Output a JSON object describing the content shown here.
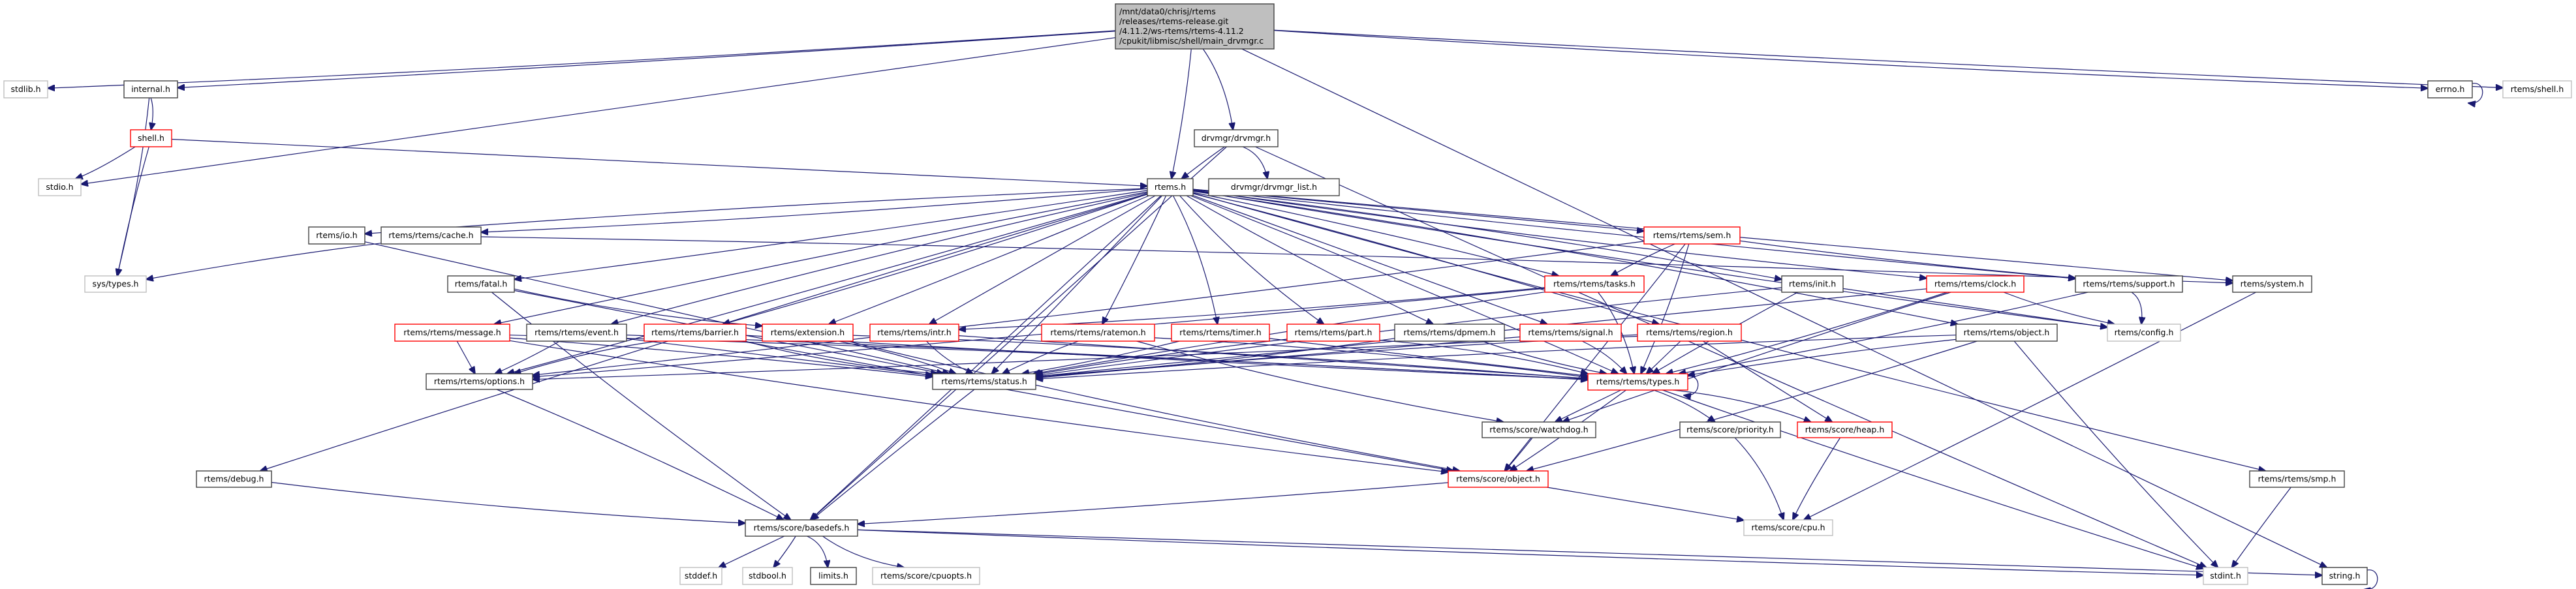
{
  "diagram": {
    "title": "Include dependency graph for main_drvmgr.c",
    "edge_color": "#191970",
    "node_styles": {
      "root": {
        "fill": "#bfbfbf",
        "border": "#404040"
      },
      "normal": {
        "fill": "#ffffff",
        "border": "#404040"
      },
      "trunc": {
        "fill": "#ffffff",
        "border": "#ff0000"
      },
      "external": {
        "fill": "#ffffff",
        "border": "#bfbfbf"
      }
    },
    "nodes": [
      {
        "id": "main",
        "style": "root",
        "lines": [
          "/mnt/data0/chrisj/rtems",
          "/releases/rtems-release.git",
          "/4.11.2/ws-rtems/rtems-4.11.2",
          "/cpukit/libmisc/shell/main_drvmgr.c"
        ]
      },
      {
        "id": "stdlib",
        "style": "external",
        "lines": [
          "stdlib.h"
        ]
      },
      {
        "id": "internal",
        "style": "normal",
        "lines": [
          "internal.h"
        ]
      },
      {
        "id": "shell",
        "style": "trunc",
        "lines": [
          "shell.h"
        ]
      },
      {
        "id": "stdio",
        "style": "external",
        "lines": [
          "stdio.h"
        ]
      },
      {
        "id": "systypes",
        "style": "external",
        "lines": [
          "sys/types.h"
        ]
      },
      {
        "id": "drvmgr",
        "style": "normal",
        "lines": [
          "drvmgr/drvmgr.h"
        ]
      },
      {
        "id": "rtems",
        "style": "normal",
        "lines": [
          "rtems.h"
        ]
      },
      {
        "id": "drvmgr_list",
        "style": "normal",
        "lines": [
          "drvmgr/drvmgr_list.h"
        ]
      },
      {
        "id": "errno",
        "style": "normal",
        "lines": [
          "errno.h"
        ]
      },
      {
        "id": "rtems_shell",
        "style": "external",
        "lines": [
          "rtems/shell.h"
        ]
      },
      {
        "id": "io",
        "style": "normal",
        "lines": [
          "rtems/io.h"
        ]
      },
      {
        "id": "cache",
        "style": "normal",
        "lines": [
          "rtems/rtems/cache.h"
        ]
      },
      {
        "id": "fatal",
        "style": "normal",
        "lines": [
          "rtems/fatal.h"
        ]
      },
      {
        "id": "sem",
        "style": "trunc",
        "lines": [
          "rtems/rtems/sem.h"
        ]
      },
      {
        "id": "tasks",
        "style": "trunc",
        "lines": [
          "rtems/rtems/tasks.h"
        ]
      },
      {
        "id": "init",
        "style": "normal",
        "lines": [
          "rtems/init.h"
        ]
      },
      {
        "id": "clock",
        "style": "trunc",
        "lines": [
          "rtems/rtems/clock.h"
        ]
      },
      {
        "id": "support",
        "style": "normal",
        "lines": [
          "rtems/rtems/support.h"
        ]
      },
      {
        "id": "system",
        "style": "normal",
        "lines": [
          "rtems/system.h"
        ]
      },
      {
        "id": "message",
        "style": "trunc",
        "lines": [
          "rtems/rtems/message.h"
        ]
      },
      {
        "id": "event",
        "style": "normal",
        "lines": [
          "rtems/rtems/event.h"
        ]
      },
      {
        "id": "barrier",
        "style": "trunc",
        "lines": [
          "rtems/rtems/barrier.h"
        ]
      },
      {
        "id": "extension",
        "style": "trunc",
        "lines": [
          "rtems/extension.h"
        ]
      },
      {
        "id": "intr",
        "style": "trunc",
        "lines": [
          "rtems/rtems/intr.h"
        ]
      },
      {
        "id": "ratemon",
        "style": "trunc",
        "lines": [
          "rtems/rtems/ratemon.h"
        ]
      },
      {
        "id": "timer",
        "style": "trunc",
        "lines": [
          "rtems/rtems/timer.h"
        ]
      },
      {
        "id": "part",
        "style": "trunc",
        "lines": [
          "rtems/rtems/part.h"
        ]
      },
      {
        "id": "dpmem",
        "style": "normal",
        "lines": [
          "rtems/rtems/dpmem.h"
        ]
      },
      {
        "id": "signal",
        "style": "trunc",
        "lines": [
          "rtems/rtems/signal.h"
        ]
      },
      {
        "id": "region",
        "style": "trunc",
        "lines": [
          "rtems/rtems/region.h"
        ]
      },
      {
        "id": "robject",
        "style": "normal",
        "lines": [
          "rtems/rtems/object.h"
        ]
      },
      {
        "id": "config",
        "style": "external",
        "lines": [
          "rtems/config.h"
        ]
      },
      {
        "id": "options",
        "style": "normal",
        "lines": [
          "rtems/rtems/options.h"
        ]
      },
      {
        "id": "status",
        "style": "normal",
        "lines": [
          "rtems/rtems/status.h"
        ]
      },
      {
        "id": "types",
        "style": "trunc",
        "lines": [
          "rtems/rtems/types.h"
        ]
      },
      {
        "id": "watchdog",
        "style": "normal",
        "lines": [
          "rtems/score/watchdog.h"
        ]
      },
      {
        "id": "priority",
        "style": "normal",
        "lines": [
          "rtems/score/priority.h"
        ]
      },
      {
        "id": "heap",
        "style": "trunc",
        "lines": [
          "rtems/score/heap.h"
        ]
      },
      {
        "id": "debug",
        "style": "normal",
        "lines": [
          "rtems/debug.h"
        ]
      },
      {
        "id": "sobject",
        "style": "trunc",
        "lines": [
          "rtems/score/object.h"
        ]
      },
      {
        "id": "smp",
        "style": "normal",
        "lines": [
          "rtems/rtems/smp.h"
        ]
      },
      {
        "id": "basedefs",
        "style": "normal",
        "lines": [
          "rtems/score/basedefs.h"
        ]
      },
      {
        "id": "cpu",
        "style": "external",
        "lines": [
          "rtems/score/cpu.h"
        ]
      },
      {
        "id": "stddef",
        "style": "external",
        "lines": [
          "stddef.h"
        ]
      },
      {
        "id": "stdbool",
        "style": "external",
        "lines": [
          "stdbool.h"
        ]
      },
      {
        "id": "limits",
        "style": "normal",
        "lines": [
          "limits.h"
        ]
      },
      {
        "id": "cpuopts",
        "style": "external",
        "lines": [
          "rtems/score/cpuopts.h"
        ]
      },
      {
        "id": "stdint",
        "style": "external",
        "lines": [
          "stdint.h"
        ]
      },
      {
        "id": "string",
        "style": "normal",
        "lines": [
          "string.h"
        ]
      }
    ],
    "edges": [
      [
        "main",
        "stdlib"
      ],
      [
        "main",
        "internal"
      ],
      [
        "main",
        "stdio"
      ],
      [
        "main",
        "rtems"
      ],
      [
        "main",
        "drvmgr"
      ],
      [
        "main",
        "errno"
      ],
      [
        "main",
        "rtems_shell"
      ],
      [
        "main",
        "string"
      ],
      [
        "internal",
        "shell"
      ],
      [
        "internal",
        "systypes"
      ],
      [
        "shell",
        "stdio"
      ],
      [
        "shell",
        "systypes"
      ],
      [
        "shell",
        "rtems"
      ],
      [
        "drvmgr",
        "rtems"
      ],
      [
        "drvmgr",
        "drvmgr_list"
      ],
      [
        "drvmgr",
        "basedefs"
      ],
      [
        "drvmgr",
        "stdint"
      ],
      [
        "errno",
        "errno"
      ],
      [
        "string",
        "string"
      ],
      [
        "rtems",
        "io"
      ],
      [
        "rtems",
        "cache"
      ],
      [
        "rtems",
        "fatal"
      ],
      [
        "rtems",
        "sem"
      ],
      [
        "rtems",
        "tasks"
      ],
      [
        "rtems",
        "init"
      ],
      [
        "rtems",
        "clock"
      ],
      [
        "rtems",
        "support"
      ],
      [
        "rtems",
        "system"
      ],
      [
        "rtems",
        "message"
      ],
      [
        "rtems",
        "event"
      ],
      [
        "rtems",
        "barrier"
      ],
      [
        "rtems",
        "extension"
      ],
      [
        "rtems",
        "intr"
      ],
      [
        "rtems",
        "ratemon"
      ],
      [
        "rtems",
        "timer"
      ],
      [
        "rtems",
        "part"
      ],
      [
        "rtems",
        "dpmem"
      ],
      [
        "rtems",
        "signal"
      ],
      [
        "rtems",
        "region"
      ],
      [
        "rtems",
        "robject"
      ],
      [
        "rtems",
        "config"
      ],
      [
        "rtems",
        "options"
      ],
      [
        "rtems",
        "status"
      ],
      [
        "rtems",
        "types"
      ],
      [
        "rtems",
        "debug"
      ],
      [
        "rtems",
        "smp"
      ],
      [
        "rtems",
        "basedefs"
      ],
      [
        "io",
        "status"
      ],
      [
        "cache",
        "systypes"
      ],
      [
        "cache",
        "system"
      ],
      [
        "fatal",
        "extension"
      ],
      [
        "fatal",
        "basedefs"
      ],
      [
        "fatal",
        "status"
      ],
      [
        "sem",
        "tasks"
      ],
      [
        "sem",
        "types"
      ],
      [
        "sem",
        "options"
      ],
      [
        "sem",
        "support"
      ],
      [
        "sem",
        "sobject"
      ],
      [
        "tasks",
        "status"
      ],
      [
        "tasks",
        "types"
      ],
      [
        "tasks",
        "intr"
      ],
      [
        "tasks",
        "options"
      ],
      [
        "init",
        "config"
      ],
      [
        "init",
        "types"
      ],
      [
        "init",
        "status"
      ],
      [
        "clock",
        "types"
      ],
      [
        "clock",
        "config"
      ],
      [
        "clock",
        "status"
      ],
      [
        "clock",
        "watchdog"
      ],
      [
        "support",
        "config"
      ],
      [
        "support",
        "types"
      ],
      [
        "system",
        "cpu"
      ],
      [
        "message",
        "options"
      ],
      [
        "message",
        "status"
      ],
      [
        "message",
        "types"
      ],
      [
        "message",
        "sobject"
      ],
      [
        "event",
        "options"
      ],
      [
        "event",
        "status"
      ],
      [
        "event",
        "types"
      ],
      [
        "barrier",
        "options"
      ],
      [
        "barrier",
        "status"
      ],
      [
        "barrier",
        "types"
      ],
      [
        "barrier",
        "sobject"
      ],
      [
        "extension",
        "status"
      ],
      [
        "extension",
        "types"
      ],
      [
        "extension",
        "sobject"
      ],
      [
        "intr",
        "status"
      ],
      [
        "intr",
        "types"
      ],
      [
        "ratemon",
        "status"
      ],
      [
        "ratemon",
        "types"
      ],
      [
        "ratemon",
        "watchdog"
      ],
      [
        "timer",
        "status"
      ],
      [
        "timer",
        "types"
      ],
      [
        "part",
        "status"
      ],
      [
        "part",
        "types"
      ],
      [
        "dpmem",
        "status"
      ],
      [
        "dpmem",
        "types"
      ],
      [
        "signal",
        "status"
      ],
      [
        "signal",
        "types"
      ],
      [
        "region",
        "status"
      ],
      [
        "region",
        "types"
      ],
      [
        "region",
        "options"
      ],
      [
        "region",
        "heap"
      ],
      [
        "robject",
        "types"
      ],
      [
        "robject",
        "status"
      ],
      [
        "robject",
        "sobject"
      ],
      [
        "robject",
        "stdint"
      ],
      [
        "types",
        "watchdog"
      ],
      [
        "types",
        "priority"
      ],
      [
        "types",
        "heap"
      ],
      [
        "types",
        "sobject"
      ],
      [
        "types",
        "stdint"
      ],
      [
        "types",
        "types"
      ],
      [
        "watchdog",
        "sobject"
      ],
      [
        "priority",
        "cpu"
      ],
      [
        "heap",
        "cpu"
      ],
      [
        "sobject",
        "basedefs"
      ],
      [
        "sobject",
        "cpu"
      ],
      [
        "options",
        "basedefs"
      ],
      [
        "status",
        "basedefs"
      ],
      [
        "debug",
        "basedefs"
      ],
      [
        "smp",
        "stdint"
      ],
      [
        "basedefs",
        "stddef"
      ],
      [
        "basedefs",
        "stdbool"
      ],
      [
        "basedefs",
        "limits"
      ],
      [
        "basedefs",
        "cpuopts"
      ],
      [
        "basedefs",
        "stdint"
      ],
      [
        "basedefs",
        "string"
      ]
    ]
  }
}
